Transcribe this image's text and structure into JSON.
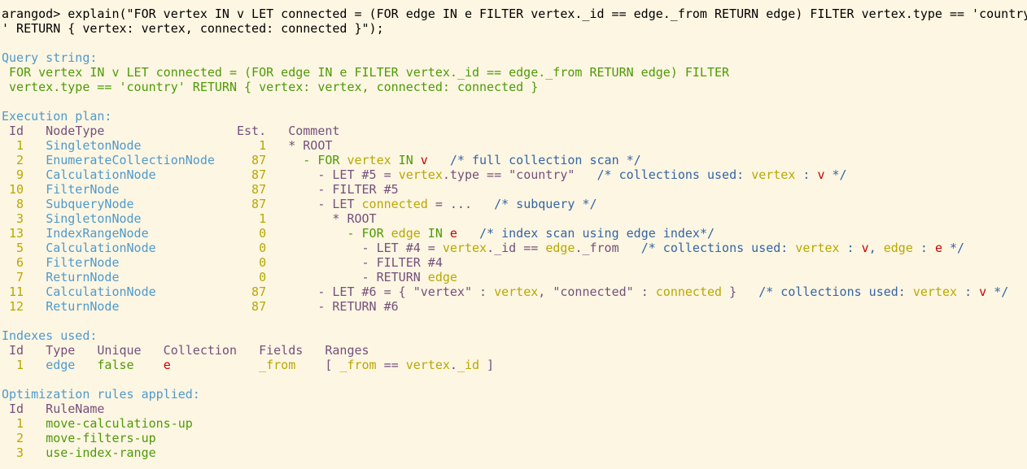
{
  "colors": {
    "background": "#fdf6e3",
    "green": "#4e9a06",
    "cyan": "#4f9acb",
    "magenta": "#75507b",
    "yellow": "#b8a800",
    "red": "#cc0000",
    "blue": "#3465a4",
    "black": "#000000"
  },
  "lines": [
    [
      [
        "arangod> explain(\"FOR vertex IN v LET connected = (FOR edge IN e FILTER vertex._id == edge._from RETURN edge) FILTER vertex.type == 'country",
        "white"
      ]
    ],
    [
      [
        "' RETURN { vertex: vertex, connected: connected }\");",
        "white"
      ]
    ],
    [],
    [
      [
        "Query string:",
        "cyan"
      ]
    ],
    [
      [
        " FOR vertex IN v LET connected = (FOR edge IN e FILTER vertex._id == edge._from RETURN edge) FILTER",
        "green"
      ]
    ],
    [
      [
        " vertex.type == 'country' RETURN { vertex: vertex, connected: connected }",
        "green"
      ]
    ],
    [],
    [
      [
        "Execution plan:",
        "cyan"
      ]
    ],
    [
      [
        " Id   NodeType                  Est.   Comment",
        "magenta"
      ]
    ],
    [
      [
        "  1   ",
        "yellow"
      ],
      [
        "SingletonNode",
        "cyan"
      ],
      [
        "                1   ",
        "yellow"
      ],
      [
        "* ROOT",
        "magenta"
      ]
    ],
    [
      [
        "  2   ",
        "yellow"
      ],
      [
        "EnumerateCollectionNode",
        "cyan"
      ],
      [
        "     87     ",
        "yellow"
      ],
      [
        "- FOR ",
        "green"
      ],
      [
        "vertex",
        "yellow"
      ],
      [
        " IN ",
        "green"
      ],
      [
        "v",
        "red"
      ],
      [
        "   /* full collection scan */",
        "blue"
      ]
    ],
    [
      [
        "  9   ",
        "yellow"
      ],
      [
        "CalculationNode",
        "cyan"
      ],
      [
        "             87       ",
        "yellow"
      ],
      [
        "- LET #5 = ",
        "magenta"
      ],
      [
        "vertex",
        "yellow"
      ],
      [
        ".type == \"country\"   ",
        "magenta"
      ],
      [
        "/* collections used: ",
        "blue"
      ],
      [
        "vertex",
        "yellow"
      ],
      [
        " : ",
        "blue"
      ],
      [
        "v",
        "red"
      ],
      [
        " */",
        "blue"
      ]
    ],
    [
      [
        " 10   ",
        "yellow"
      ],
      [
        "FilterNode",
        "cyan"
      ],
      [
        "                  87       ",
        "yellow"
      ],
      [
        "- FILTER #5",
        "magenta"
      ]
    ],
    [
      [
        "  8   ",
        "yellow"
      ],
      [
        "SubqueryNode",
        "cyan"
      ],
      [
        "                87       ",
        "yellow"
      ],
      [
        "- LET ",
        "magenta"
      ],
      [
        "connected",
        "yellow"
      ],
      [
        " = ...   ",
        "magenta"
      ],
      [
        "/* subquery */",
        "blue"
      ]
    ],
    [
      [
        "  3   ",
        "yellow"
      ],
      [
        "SingletonNode",
        "cyan"
      ],
      [
        "                1         ",
        "yellow"
      ],
      [
        "* ROOT",
        "magenta"
      ]
    ],
    [
      [
        " 13   ",
        "yellow"
      ],
      [
        "IndexRangeNode",
        "cyan"
      ],
      [
        "               0           ",
        "yellow"
      ],
      [
        "- FOR ",
        "green"
      ],
      [
        "edge",
        "yellow"
      ],
      [
        " IN ",
        "green"
      ],
      [
        "e",
        "red"
      ],
      [
        "   /* index scan using edge index*/",
        "blue"
      ]
    ],
    [
      [
        "  5   ",
        "yellow"
      ],
      [
        "CalculationNode",
        "cyan"
      ],
      [
        "              0             ",
        "yellow"
      ],
      [
        "- LET #4 = ",
        "magenta"
      ],
      [
        "vertex",
        "yellow"
      ],
      [
        "._id == ",
        "magenta"
      ],
      [
        "edge",
        "yellow"
      ],
      [
        "._from   ",
        "magenta"
      ],
      [
        "/* collections used: ",
        "blue"
      ],
      [
        "vertex",
        "yellow"
      ],
      [
        " : ",
        "blue"
      ],
      [
        "v",
        "red"
      ],
      [
        ", ",
        "blue"
      ],
      [
        "edge",
        "yellow"
      ],
      [
        " : ",
        "blue"
      ],
      [
        "e",
        "red"
      ],
      [
        " */",
        "blue"
      ]
    ],
    [
      [
        "  6   ",
        "yellow"
      ],
      [
        "FilterNode",
        "cyan"
      ],
      [
        "                   0             ",
        "yellow"
      ],
      [
        "- FILTER #4",
        "magenta"
      ]
    ],
    [
      [
        "  7   ",
        "yellow"
      ],
      [
        "ReturnNode",
        "cyan"
      ],
      [
        "                   0             ",
        "yellow"
      ],
      [
        "- RETURN ",
        "magenta"
      ],
      [
        "edge",
        "yellow"
      ]
    ],
    [
      [
        " 11   ",
        "yellow"
      ],
      [
        "CalculationNode",
        "cyan"
      ],
      [
        "             87       ",
        "yellow"
      ],
      [
        "- LET #6 = { \"vertex\" : ",
        "magenta"
      ],
      [
        "vertex",
        "yellow"
      ],
      [
        ", \"connected\" : ",
        "magenta"
      ],
      [
        "connected",
        "yellow"
      ],
      [
        " }   ",
        "magenta"
      ],
      [
        "/* collections used: ",
        "blue"
      ],
      [
        "vertex",
        "yellow"
      ],
      [
        " : ",
        "blue"
      ],
      [
        "v",
        "red"
      ],
      [
        " */",
        "blue"
      ]
    ],
    [
      [
        " 12   ",
        "yellow"
      ],
      [
        "ReturnNode",
        "cyan"
      ],
      [
        "                  87       ",
        "yellow"
      ],
      [
        "- RETURN #6",
        "magenta"
      ]
    ],
    [],
    [
      [
        "Indexes used:",
        "cyan"
      ]
    ],
    [
      [
        " Id   Type   Unique   Collection   Fields   Ranges",
        "magenta"
      ]
    ],
    [
      [
        "  1   ",
        "yellow"
      ],
      [
        "edge",
        "cyan"
      ],
      [
        "   ",
        "yellow"
      ],
      [
        "false",
        "green"
      ],
      [
        "    ",
        "yellow"
      ],
      [
        "e",
        "red"
      ],
      [
        "            ",
        "yellow"
      ],
      [
        "_from",
        "yellow"
      ],
      [
        "    ",
        "yellow"
      ],
      [
        "[ ",
        "magenta"
      ],
      [
        "_from",
        "yellow"
      ],
      [
        " == ",
        "magenta"
      ],
      [
        "vertex",
        "yellow"
      ],
      [
        ".",
        "magenta"
      ],
      [
        "_id",
        "yellow"
      ],
      [
        " ]",
        "magenta"
      ]
    ],
    [],
    [
      [
        "Optimization rules applied:",
        "cyan"
      ]
    ],
    [
      [
        " Id   RuleName",
        "magenta"
      ]
    ],
    [
      [
        "  1   ",
        "yellow"
      ],
      [
        "move-calculations-up",
        "green"
      ]
    ],
    [
      [
        "  2   ",
        "yellow"
      ],
      [
        "move-filters-up",
        "green"
      ]
    ],
    [
      [
        "  3   ",
        "yellow"
      ],
      [
        "use-index-range",
        "green"
      ]
    ]
  ]
}
